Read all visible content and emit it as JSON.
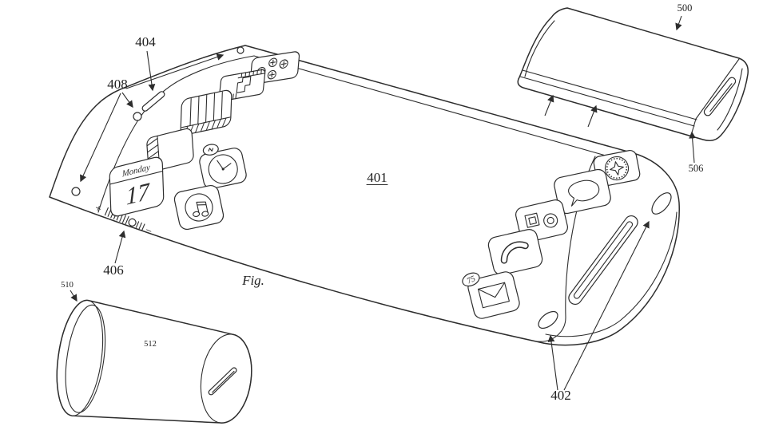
{
  "figure": {
    "caption": "Fig."
  },
  "palette": {
    "line": "#2d2d2d",
    "background": "#ffffff"
  },
  "reference_numerals": {
    "display": "401",
    "end_openings": "402",
    "elongated_opening": "404",
    "volume_control": "406",
    "front_openings": "408",
    "companion_device": "500",
    "companion_connector": "506",
    "cylindrical_device": "510",
    "cylindrical_body": "512"
  },
  "screen": {
    "calendar_day": "Monday",
    "calendar_date": "17",
    "mail_badge": "75",
    "volume_plus": "+",
    "volume_minus": "−"
  },
  "icons": {
    "left_cluster": [
      "settings-gears-icon",
      "tools-icon",
      "piano-icon",
      "videos-icon",
      "calendar-icon",
      "clock-icon",
      "music-icon"
    ],
    "right_cluster": [
      "compass-icon",
      "messages-icon",
      "camera-icon",
      "phone-icon",
      "mail-icon"
    ]
  }
}
